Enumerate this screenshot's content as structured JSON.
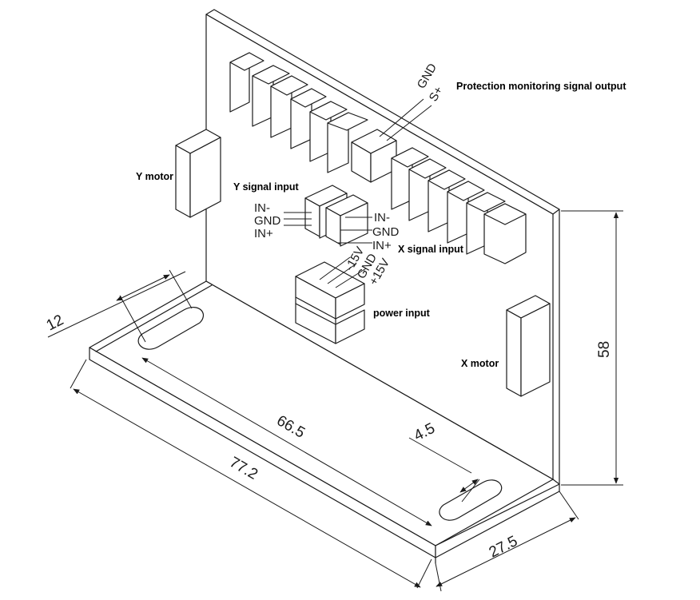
{
  "labels": {
    "protection": "Protection monitoring signal output",
    "y_motor": "Y motor",
    "y_signal": "Y signal input",
    "x_signal": "X signal input",
    "power": "power input",
    "x_motor": "X motor"
  },
  "pins": {
    "prot_gnd": "GND",
    "prot_s": "S+",
    "y_in_minus": "IN-",
    "y_gnd": "GND",
    "y_in_plus": "IN+",
    "x_in_minus": "IN-",
    "x_gnd": "GND",
    "x_in_plus": "IN+",
    "pw_m15": "-15V",
    "pw_gnd": "GND",
    "pw_p15": "+15V"
  },
  "dimensions": {
    "d12": "12",
    "d66": "66.5",
    "d45": "4.5",
    "d77": "77.2",
    "d275": "27.5",
    "d58": "58"
  }
}
